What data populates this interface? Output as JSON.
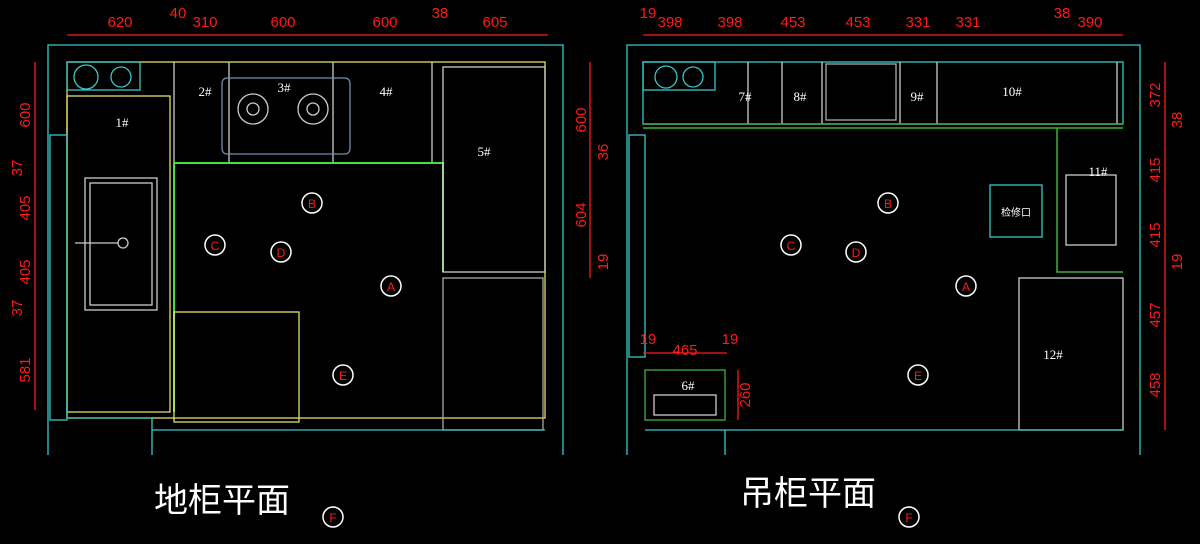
{
  "base_plan": {
    "title": "地柜平面",
    "top_dims": [
      "620",
      "40",
      "310",
      "600",
      "600",
      "38",
      "605"
    ],
    "left_dims": [
      "600",
      "37",
      "405",
      "405",
      "37",
      "581"
    ],
    "right_dims": [
      "600",
      "36",
      "604",
      "19"
    ],
    "cabinets": [
      "1#",
      "2#",
      "3#",
      "4#",
      "5#"
    ],
    "markers": [
      "B",
      "C",
      "D",
      "A",
      "E",
      "F"
    ]
  },
  "wall_plan": {
    "title": "吊柜平面",
    "top_dims": [
      "19",
      "398",
      "398",
      "453",
      "453",
      "331",
      "331",
      "38",
      "390"
    ],
    "right_dims": [
      "372",
      "38",
      "415",
      "415",
      "19",
      "457",
      "458"
    ],
    "inner_dims": [
      "19",
      "465",
      "19",
      "260"
    ],
    "cabinets": [
      "6#",
      "7#",
      "8#",
      "9#",
      "10#",
      "11#",
      "12#"
    ],
    "access_panel": "检修口",
    "markers": [
      "B",
      "C",
      "D",
      "A",
      "E",
      "F"
    ]
  },
  "colors": {
    "dimension": "#ff1a1a",
    "wall": "#38c8c8",
    "cabinet": "#e0e060",
    "counter": "#40e040"
  }
}
